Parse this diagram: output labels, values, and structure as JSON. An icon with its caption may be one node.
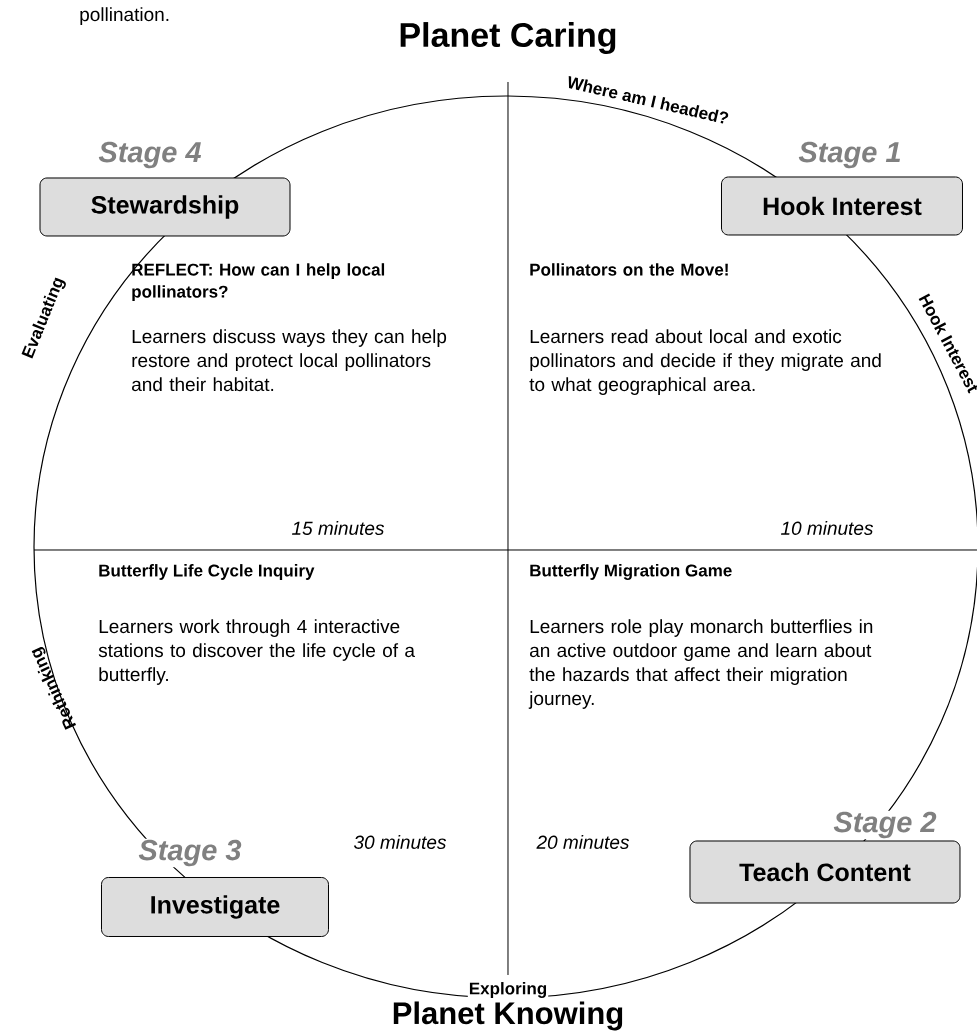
{
  "diagram": {
    "title": "Planet Caring",
    "nodes": [
      {
        "text": [
          "Stewardship"
        ],
        "beside": [
          "Stage 4"
        ]
      },
      {
        "text": [
          "Hook Interest"
        ],
        "beside": [
          "Stage 1"
        ]
      },
      {
        "text": [
          "Teach Content"
        ],
        "beside": [
          "Stage 2"
        ]
      },
      {
        "text": [
          "Investigate"
        ],
        "beside": [
          "Stage 3"
        ]
      }
    ],
    "edges": [],
    "labels": [
      "pollination.",
      "Where am I headed?",
      "REFLECT: How can I help local pollinators?",
      "Pollinators on the Move!",
      "Evaluating",
      "Hook Interest",
      "Learners discuss ways they can help restore and protect local pollinators and their habitat.",
      "Learners read about local and exotic pollinators and decide if they migrate and to what geographical area.",
      "15 minutes",
      "10 minutes",
      "Butterfly Life Cycle Inquiry",
      "Butterfly Migration Game",
      "Rethinking",
      "Learners work through 4 interactive stations to discover the life cycle of a butterfly.",
      "Learners role play monarch butterflies in an active outdoor game and learn about the hazards that affect their migration journey.",
      "30 minutes",
      "20 minutes",
      "Exploring",
      "Planet Knowing"
    ]
  }
}
